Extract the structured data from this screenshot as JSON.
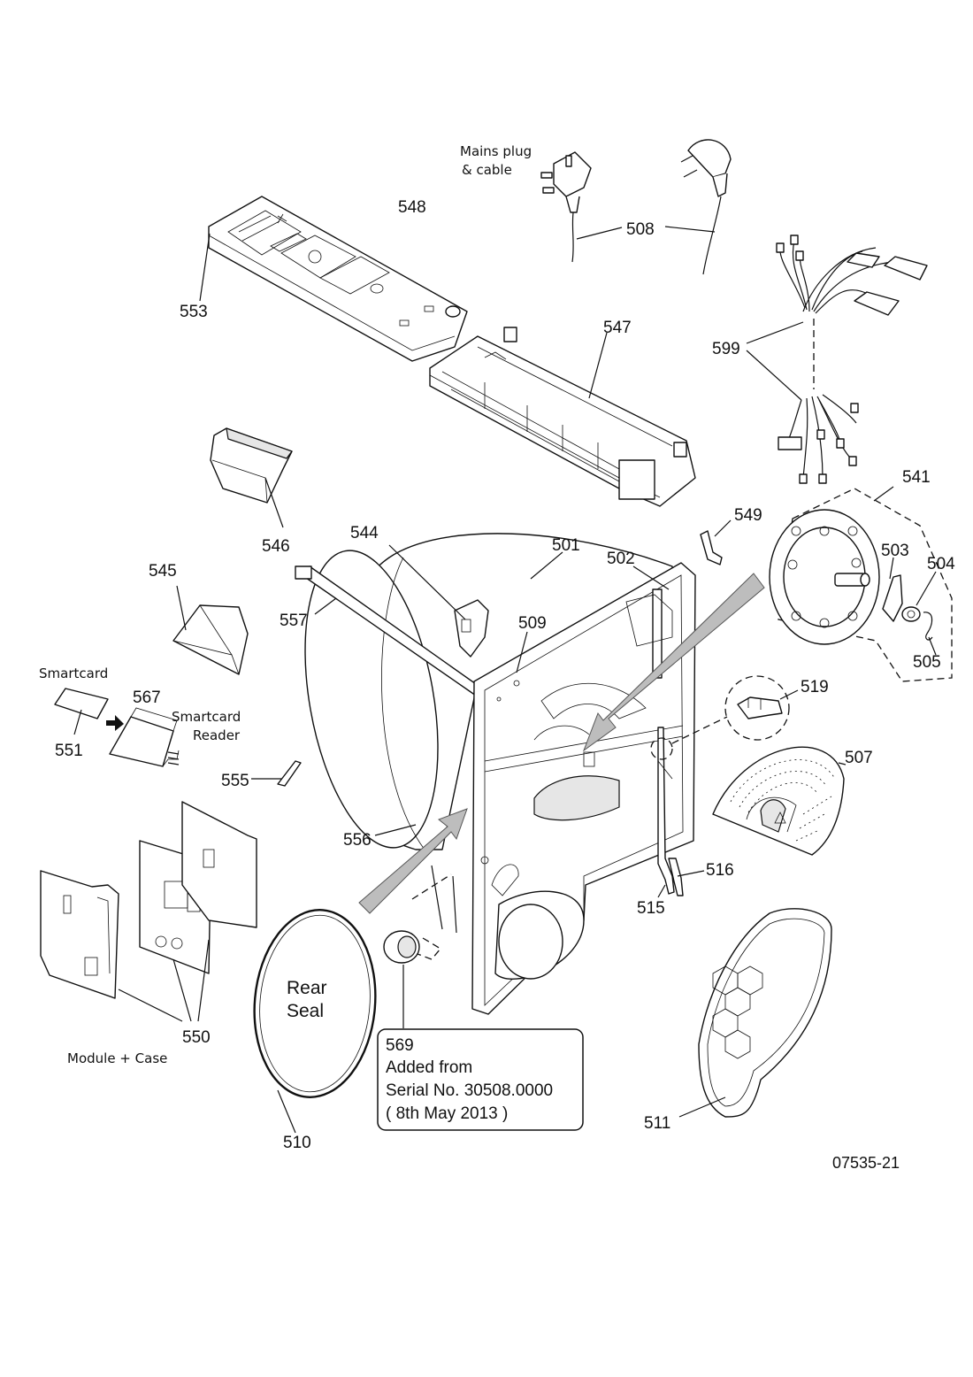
{
  "labels": {
    "p501": "501",
    "p502": "502",
    "p503": "503",
    "p504": "504",
    "p505": "505",
    "p507": "507",
    "p508": "508",
    "p509": "509",
    "p510": "510",
    "p511": "511",
    "p515": "515",
    "p516": "516",
    "p519": "519",
    "p541": "541",
    "p544": "544",
    "p545": "545",
    "p546": "546",
    "p547": "547",
    "p548": "548",
    "p549": "549",
    "p550": "550",
    "p551": "551",
    "p553": "553",
    "p555": "555",
    "p556": "556",
    "p557": "557",
    "p567": "567",
    "p599": "599"
  },
  "captions": {
    "mains_plug_1": "Mains plug",
    "mains_plug_2": "& cable",
    "smartcard": "Smartcard",
    "smartcard_reader_1": "Smartcard",
    "smartcard_reader_2": "Reader",
    "module_case": "Module + Case",
    "rear_seal_1": "Rear",
    "rear_seal_2": "Seal"
  },
  "note": {
    "line1": "569",
    "line2": "Added from",
    "line3": "Serial No. 30508.0000",
    "line4": "( 8th May 2013 )"
  },
  "drawing_number": "07535-21"
}
